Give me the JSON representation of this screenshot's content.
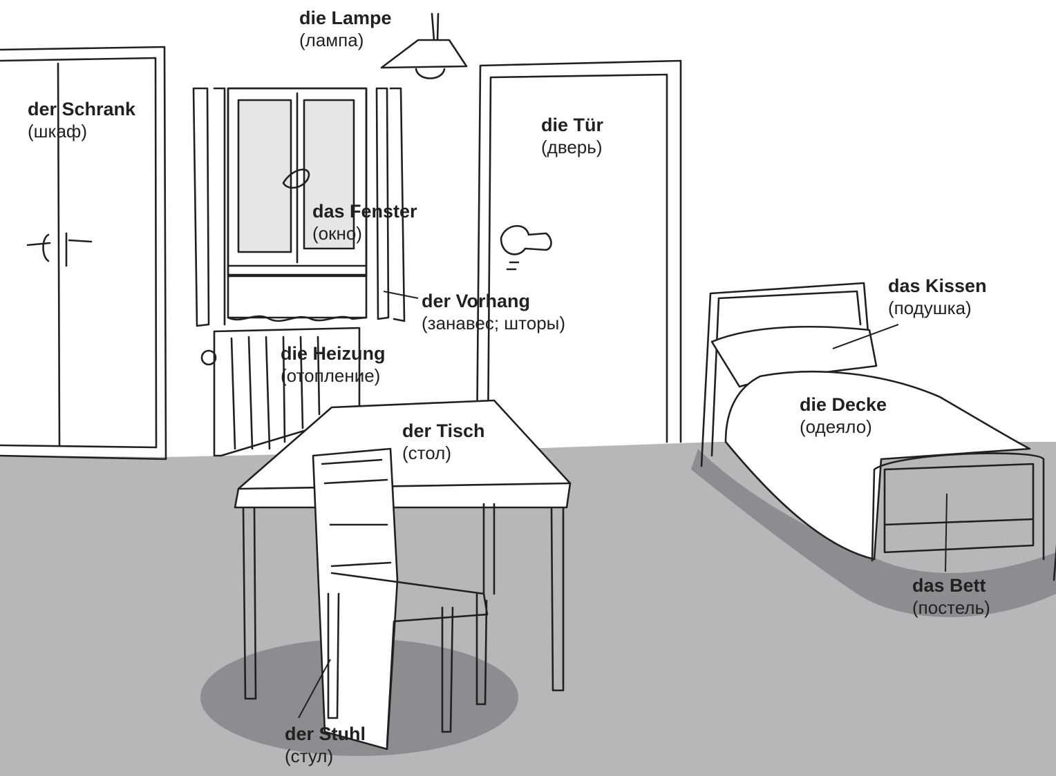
{
  "colors": {
    "floor": "#b6b7b9",
    "shadow": "#8c8d90",
    "glass": "#e6e6e7",
    "ink": "#231f20",
    "background": "#ffffff"
  },
  "labels": {
    "lamp": {
      "de": "die Lampe",
      "ru": "(лампа)"
    },
    "wardrobe": {
      "de": "der Schrank",
      "ru": "(шкаф)"
    },
    "door": {
      "de": "die Tür",
      "ru": "(дверь)"
    },
    "window": {
      "de": "das Fenster",
      "ru": "(окно)"
    },
    "curtain": {
      "de": "der Vorhang",
      "ru": "(занавес; шторы)"
    },
    "heater": {
      "de": "die Heizung",
      "ru": "(отопление)"
    },
    "pillow": {
      "de": "das Kissen",
      "ru": "(подушка)"
    },
    "blanket": {
      "de": "die Decke",
      "ru": "(одеяло)"
    },
    "table": {
      "de": "der Tisch",
      "ru": "(стол)"
    },
    "bed": {
      "de": "das Bett",
      "ru": "(постель)"
    },
    "chair": {
      "de": "der Stuhl",
      "ru": "(стул)"
    }
  }
}
